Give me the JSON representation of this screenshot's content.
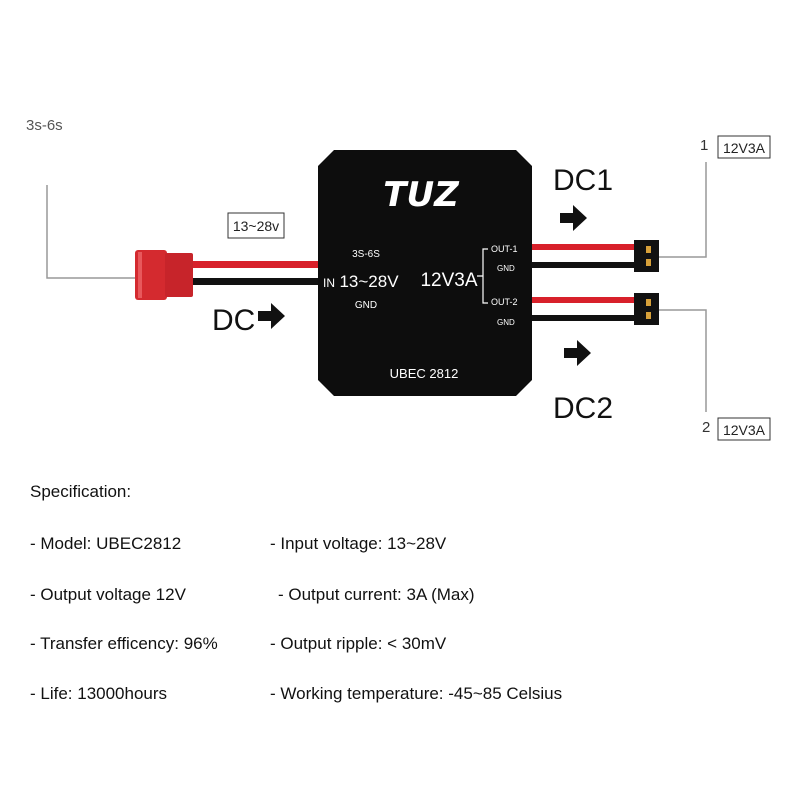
{
  "diagram": {
    "input_voltage_top": "3s-6s",
    "wire_voltage_label": "13~28v",
    "dc_input_label": "DC",
    "brand_logo": "TUZ",
    "input_cell_range": "3S-6S",
    "in_label": "IN",
    "input_voltage_range": "13~28V",
    "input_gnd": "GND",
    "output_rating": "12V3A",
    "out1_label": "OUT-1",
    "out1_gnd": "GND",
    "out2_label": "OUT-2",
    "out2_gnd": "GND",
    "model_label": "UBEC 2812",
    "dc1_label": "DC1",
    "dc2_label": "DC2",
    "output1_number": "1",
    "output1_rating": "12V3A",
    "output2_number": "2",
    "output2_rating": "12V3A"
  },
  "colors": {
    "module_body": "#0d0d0d",
    "wire_red": "#d8202a",
    "wire_black": "#111111",
    "connector_red": "#d42a2f",
    "label_gray": "#555555"
  },
  "specs": {
    "title": "Specification:",
    "model": "- Model: UBEC2812",
    "input_voltage": "- Input voltage: 13~28V",
    "output_voltage": "- Output voltage 12V",
    "output_current": "- Output current: 3A (Max)",
    "efficiency": "- Transfer efficency: 96%",
    "ripple": "- Output ripple: < 30mV",
    "life": "- Life: 13000hours",
    "working_temp": "- Working temperature: -45~85 Celsius"
  }
}
